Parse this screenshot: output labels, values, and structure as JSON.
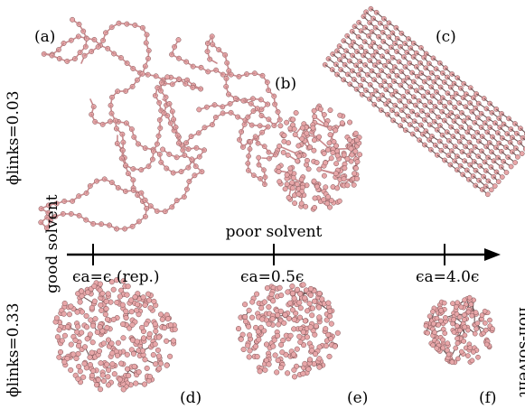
{
  "figure": {
    "row_labels": {
      "top": "ϕlinks=0.03",
      "bottom": "ϕlinks=0.33"
    },
    "axis": {
      "left_label": "good solvent",
      "middle_label": "poor solvent",
      "right_label": "non-solvent",
      "ticks": [
        {
          "label": "ϵa=ϵ (rep.)"
        },
        {
          "label": "ϵa=0.5ϵ"
        },
        {
          "label": "ϵa=4.0ϵ"
        }
      ]
    },
    "panels": [
      {
        "label": "(a)"
      },
      {
        "label": "(b)"
      },
      {
        "label": "(c)"
      },
      {
        "label": "(d)"
      },
      {
        "label": "(e)"
      },
      {
        "label": "(f)"
      }
    ],
    "colors": {
      "bead": "#e7a6a8",
      "bead_outline": "#7a5052",
      "bond": "#c98a8d",
      "axis": "#000000"
    }
  }
}
